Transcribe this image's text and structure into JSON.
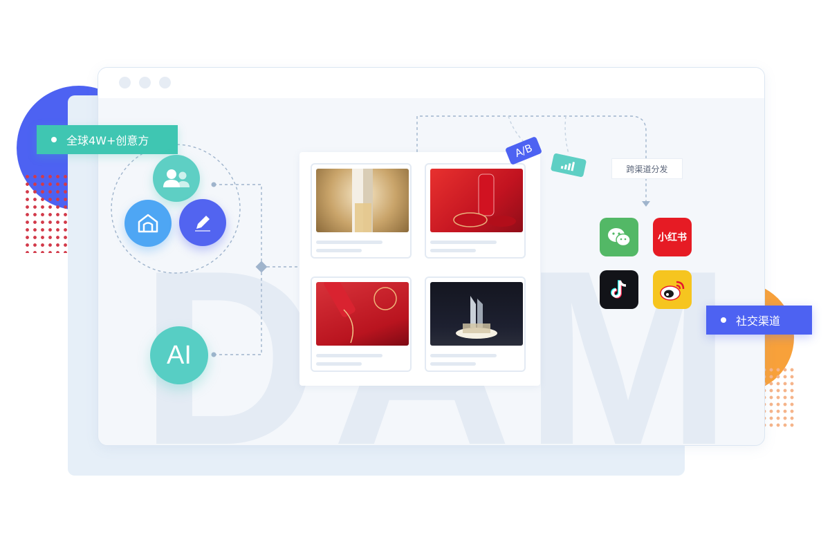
{
  "labels": {
    "creators": "全球4W+创意方",
    "social": "社交渠道",
    "distribute": "跨渠道分发"
  },
  "watermark": "DAM",
  "ai_badge": "AI",
  "ab_tag": "A/B",
  "apps": {
    "wechat": "WeChat",
    "xiaohongshu": "小红书",
    "douyin": "TikTok",
    "weibo": "Weibo"
  },
  "cards": [
    {
      "name": "gold-product"
    },
    {
      "name": "red-serum"
    },
    {
      "name": "red-bottle"
    },
    {
      "name": "dark-display"
    }
  ],
  "colors": {
    "blue": "#4d62f2",
    "teal": "#3fc6b2",
    "orange": "#f8a13a",
    "red_dots": "#d23a4a"
  }
}
